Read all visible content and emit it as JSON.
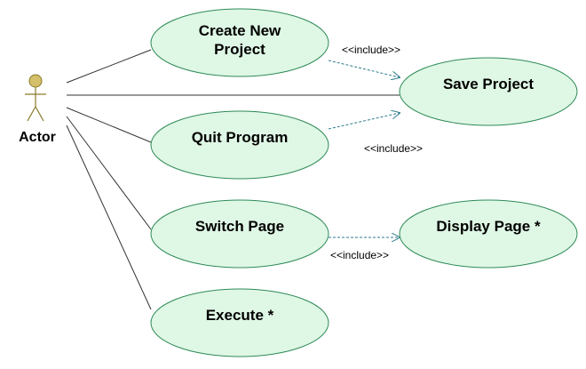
{
  "actor": {
    "name": "Actor"
  },
  "use_cases": {
    "create_project": {
      "line1": "Create New",
      "line2": "Project"
    },
    "save_project": {
      "label": "Save Project"
    },
    "quit_program": {
      "label": "Quit Program"
    },
    "switch_page": {
      "label": "Switch Page"
    },
    "display_page": {
      "label": "Display Page *"
    },
    "execute": {
      "label": "Execute *"
    }
  },
  "relations": {
    "create_save": {
      "stereotype": "<<include>>"
    },
    "quit_save": {
      "stereotype": "<<include>>"
    },
    "switch_display": {
      "stereotype": "<<include>>"
    }
  },
  "colors": {
    "usecase_fill": "#dff7e5",
    "usecase_stroke": "#2e8b57",
    "include_line": "#2e7d8c",
    "association_line": "#333333",
    "actor_fill": "#d4bf6a",
    "actor_stroke": "#8a7a2a"
  }
}
